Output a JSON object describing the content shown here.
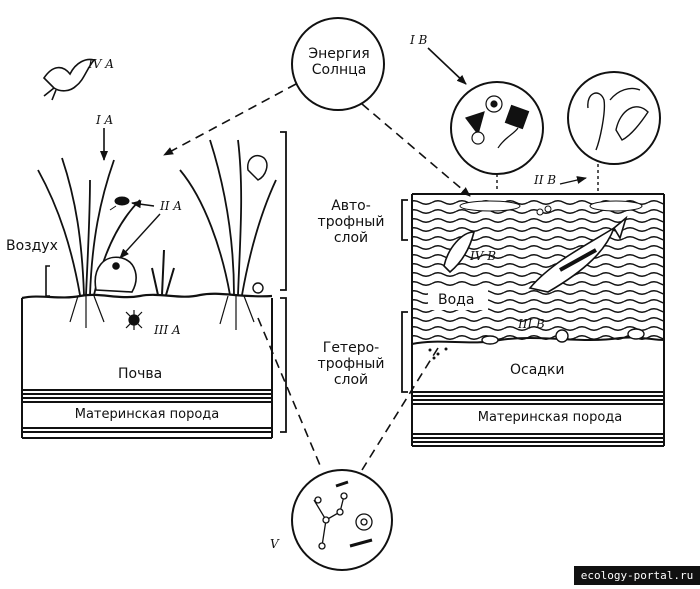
{
  "labels": {
    "sun_energy": [
      "Энергия",
      "Солнца"
    ],
    "air": "Воздух",
    "autotrophic_layer": [
      "Авто-",
      "трофный",
      "слой"
    ],
    "heterotrophic_layer": [
      "Гетеро-",
      "трофный",
      "слой"
    ],
    "soil": "Почва",
    "water": "Вода",
    "sediments": "Осадки",
    "bedrock_land": "Материнская порода",
    "bedrock_pond": "Материнская порода"
  },
  "markers": {
    "ivA": "IV A",
    "iA": "I A",
    "iiA": "II A",
    "iiiA": "III A",
    "iB": "I B",
    "iiB": "II B",
    "ivB": "IV B",
    "iiiB": "III B",
    "v": "V"
  },
  "watermark": "ecology-portal.ru",
  "colors": {
    "ink": "#111111",
    "background": "#ffffff"
  }
}
